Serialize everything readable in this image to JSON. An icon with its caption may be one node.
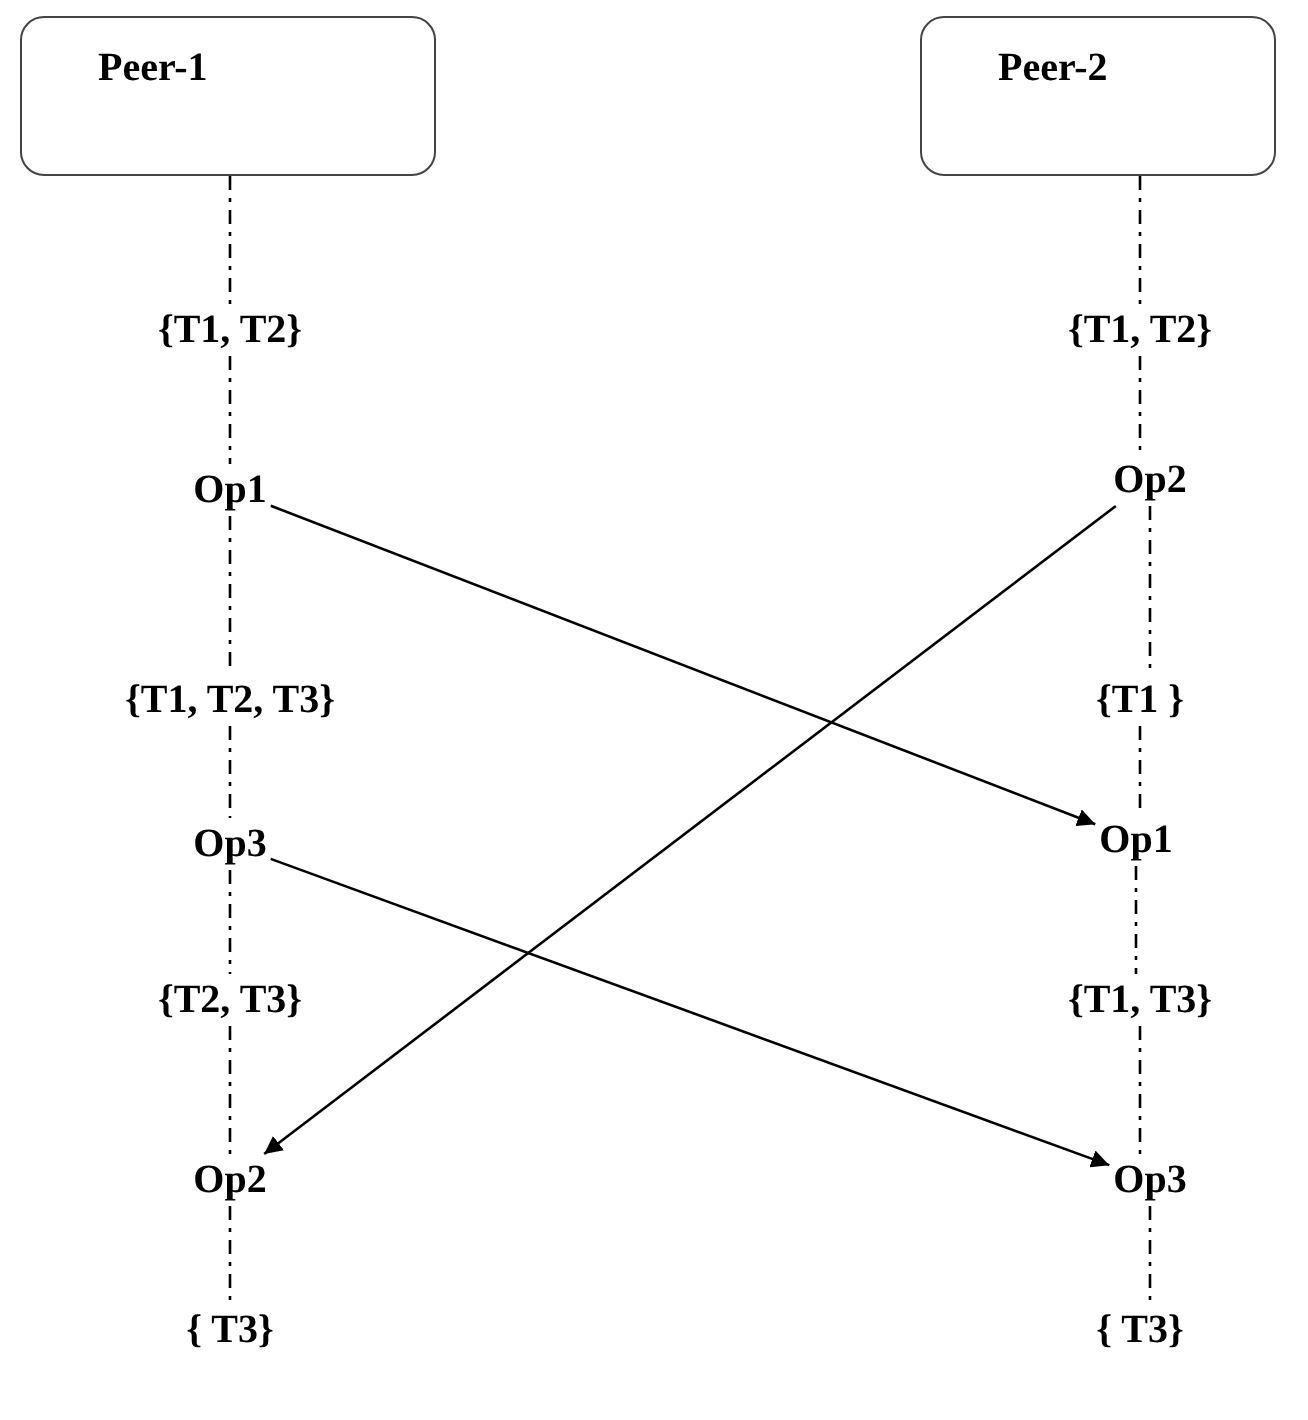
{
  "diagram": {
    "nodes": [
      {
        "text": [
          "Peer-1"
        ]
      },
      {
        "text": [
          "Peer-2"
        ]
      },
      {
        "text": [
          "{T1, T2}"
        ]
      },
      {
        "text": [
          "Op1"
        ]
      },
      {
        "text": [
          "{T1, T2, T3}"
        ]
      },
      {
        "text": [
          "Op3"
        ]
      },
      {
        "text": [
          "{T2, T3}"
        ]
      },
      {
        "text": [
          "Op2"
        ]
      },
      {
        "text": [
          "{ T3}"
        ]
      },
      {
        "text": [
          "{T1, T2}"
        ]
      },
      {
        "text": [
          "Op2"
        ]
      },
      {
        "text": [
          "{T1 }"
        ]
      },
      {
        "text": [
          "Op1"
        ]
      },
      {
        "text": [
          "{T1, T3}"
        ]
      },
      {
        "text": [
          "Op3"
        ]
      },
      {
        "text": [
          "{ T3}"
        ]
      }
    ],
    "edges": [
      {
        "from": 0,
        "to": 2,
        "arrow": "none",
        "style": "dashed"
      },
      {
        "from": 2,
        "to": 3,
        "arrow": "none",
        "style": "dashed"
      },
      {
        "from": 3,
        "to": 4,
        "arrow": "none",
        "style": "dashed"
      },
      {
        "from": 4,
        "to": 5,
        "arrow": "none",
        "style": "dashed"
      },
      {
        "from": 5,
        "to": 6,
        "arrow": "none",
        "style": "dashed"
      },
      {
        "from": 6,
        "to": 7,
        "arrow": "none",
        "style": "dashed"
      },
      {
        "from": 7,
        "to": 8,
        "arrow": "none",
        "style": "dashed"
      },
      {
        "from": 1,
        "to": 9,
        "arrow": "none",
        "style": "dashed"
      },
      {
        "from": 9,
        "to": 10,
        "arrow": "none",
        "style": "dashed"
      },
      {
        "from": 10,
        "to": 11,
        "arrow": "none",
        "style": "dashed"
      },
      {
        "from": 11,
        "to": 12,
        "arrow": "none",
        "style": "dashed"
      },
      {
        "from": 12,
        "to": 13,
        "arrow": "none",
        "style": "dashed"
      },
      {
        "from": 13,
        "to": 14,
        "arrow": "none",
        "style": "dashed"
      },
      {
        "from": 14,
        "to": 15,
        "arrow": "none",
        "style": "dashed"
      },
      {
        "from": 3,
        "to": 12,
        "arrow": "to"
      },
      {
        "from": 10,
        "to": 7,
        "arrow": "to"
      },
      {
        "from": 5,
        "to": 14,
        "arrow": "to"
      }
    ]
  }
}
